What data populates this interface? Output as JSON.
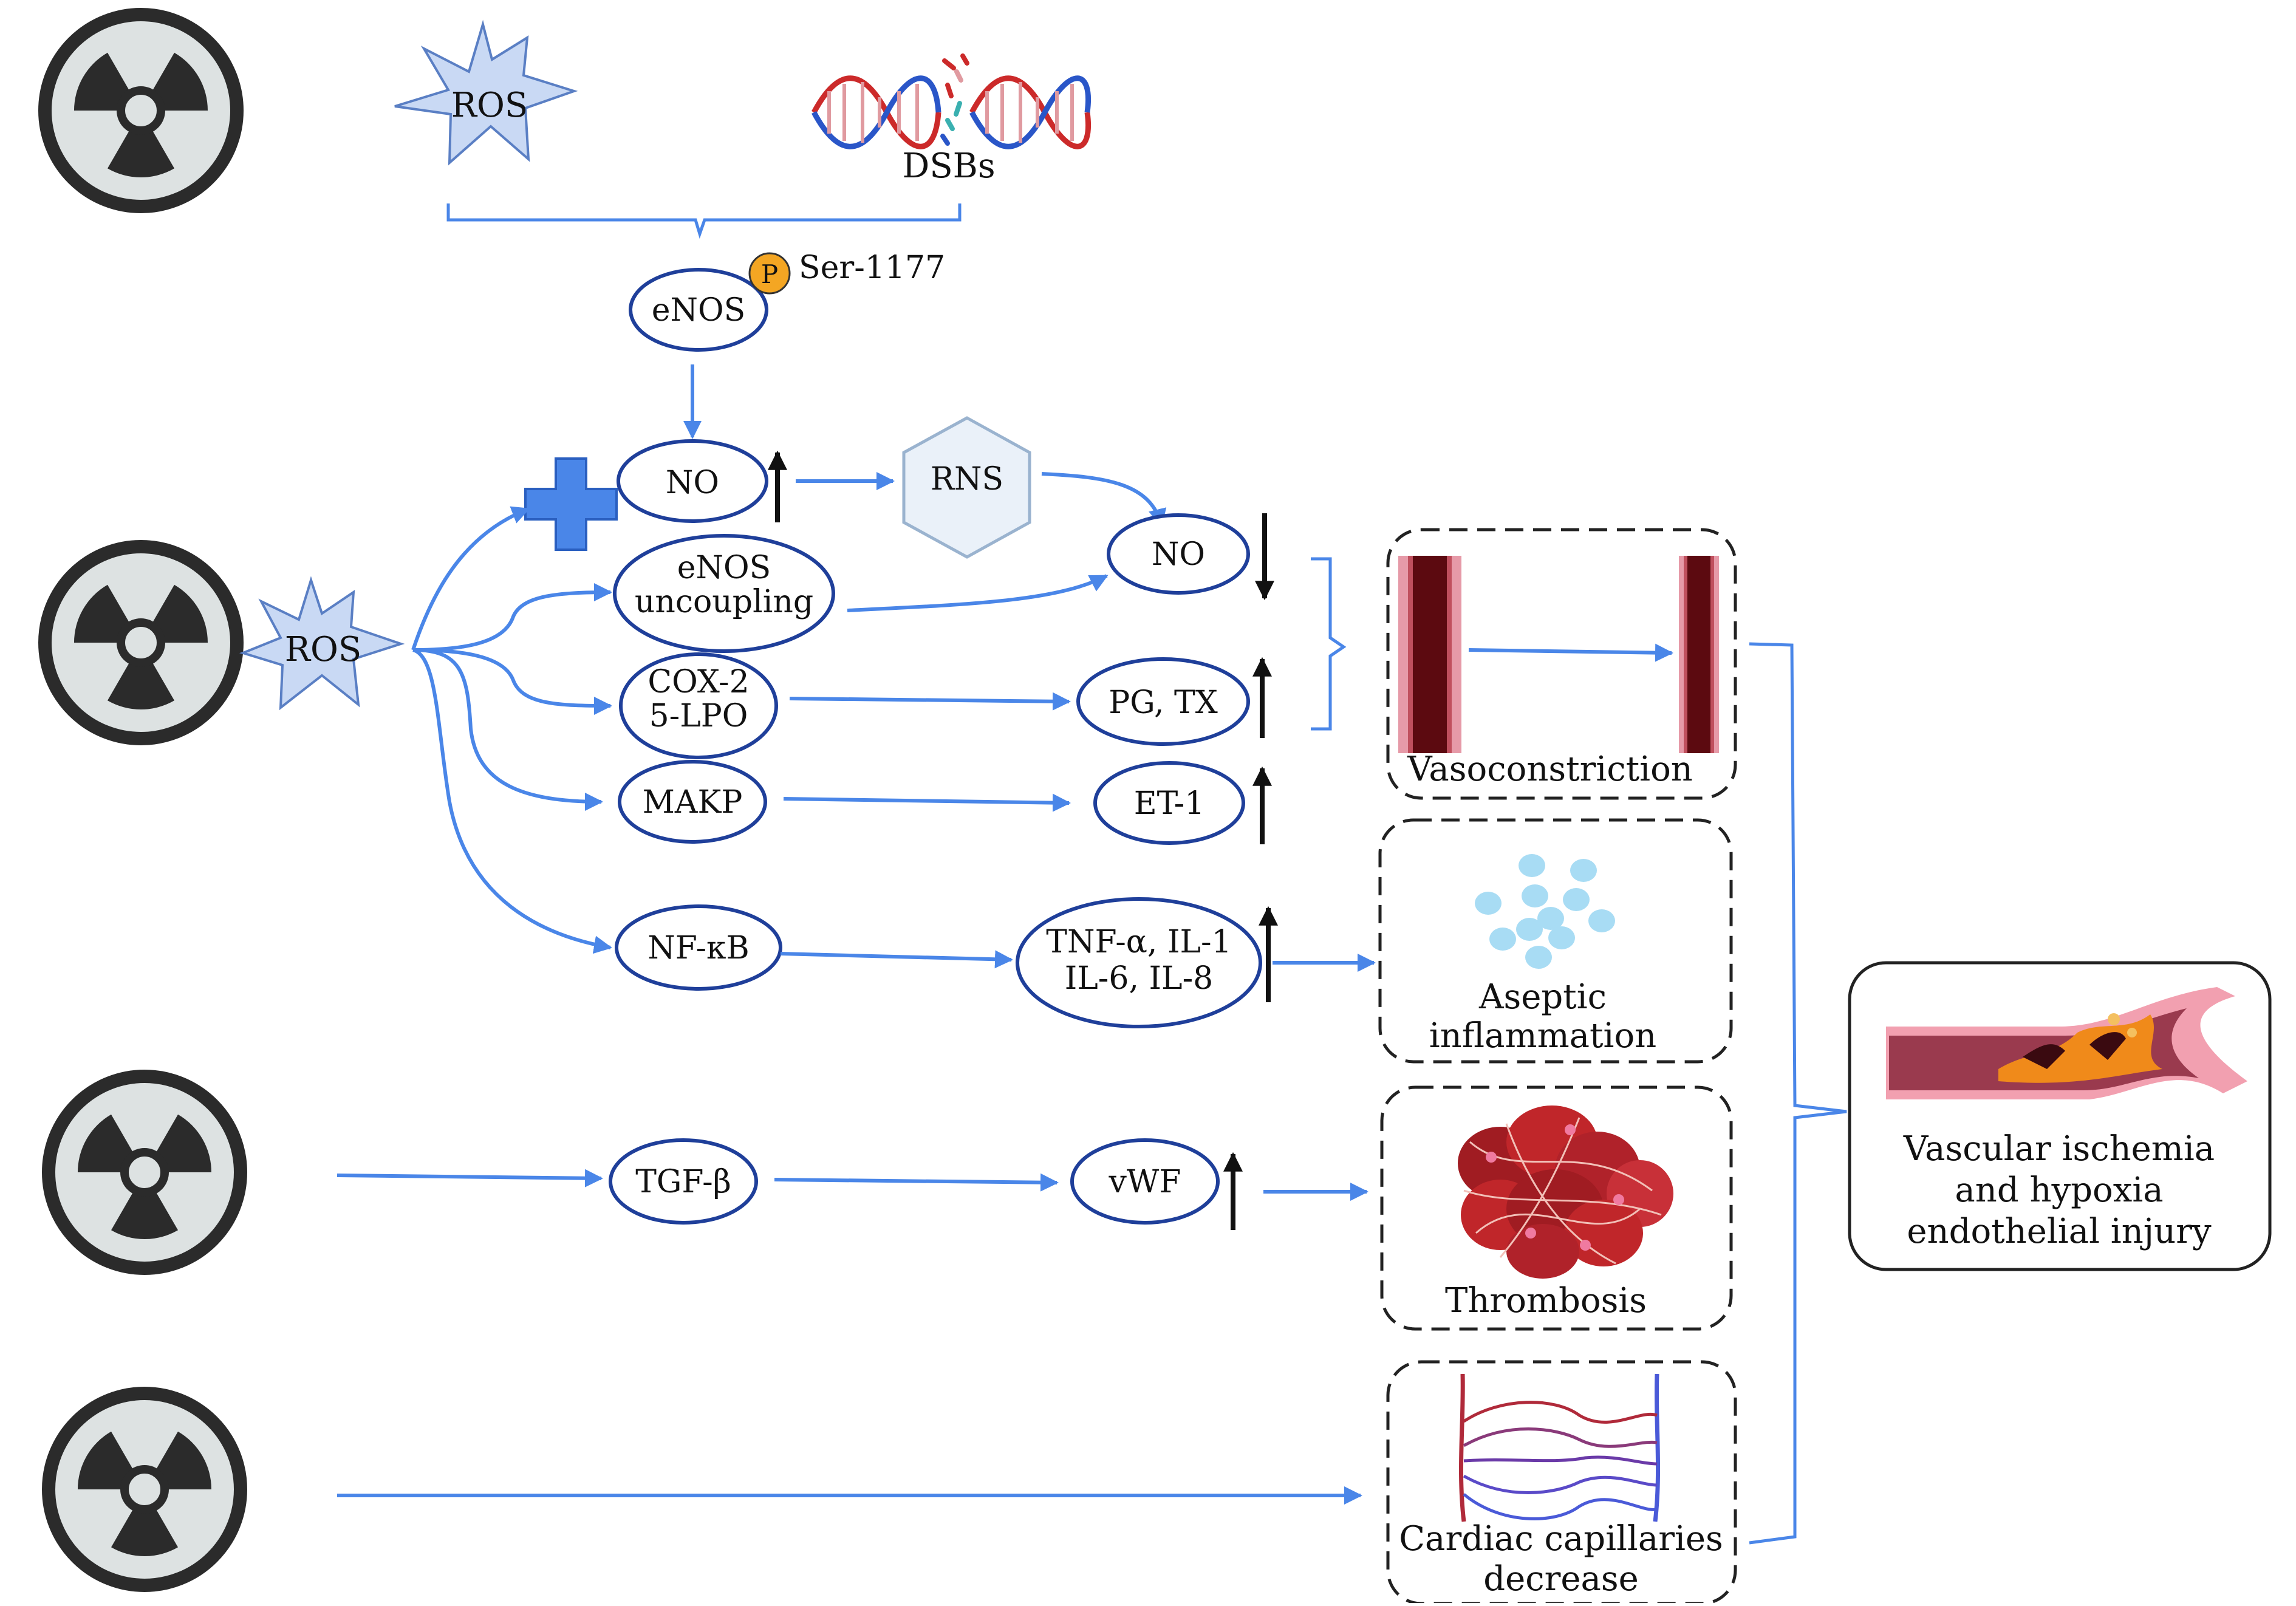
{
  "colors": {
    "arrow": "#4a86e8",
    "node_border": "#1f3f9a",
    "ros_fill": "#c9d9f4",
    "ros_stroke": "#5a7fc4",
    "radiation_bg": "#dde2e2",
    "radiation_dark": "#2b2b2b",
    "phospho": "#f4a623",
    "rns_fill": "#eaf1f9",
    "rns_stroke": "#9ab3cf",
    "dna_red": "#cc2a2a",
    "dna_blue": "#2a56c8",
    "vessel_dark": "#5c0a10",
    "vessel_pink": "#e69aa8",
    "cell_blue": "#a8dcf4",
    "clot_red": "#c0262a",
    "capillary_red": "#b02a3a",
    "capillary_blue": "#4a5ad8"
  },
  "icons": {
    "radiation": "radiation-hazard-icon",
    "plus": "plus-icon",
    "phospho": "phosphate-icon",
    "up": "up-arrow-icon",
    "down": "down-arrow-icon"
  },
  "top": {
    "ros": "ROS",
    "dsbs": "DSBs",
    "enos": "eNOS",
    "phospho": "P",
    "ser": "Ser-1177"
  },
  "middle": {
    "ros": "ROS",
    "no": "NO",
    "rns": "RNS",
    "enos_line1": "eNOS",
    "enos_line2": "uncoupling",
    "no_out": "NO",
    "cox_line1": "COX-2",
    "cox_line2": "5-LPO",
    "pg_tx": "PG, TX",
    "makp": "MAKP",
    "et1": "ET-1",
    "nfkb": "NF-κB",
    "tnf_line1": "TNF-α, IL-1",
    "tnf_line2": "IL-6, IL-8"
  },
  "lower": {
    "tgf": "TGF-β",
    "vwf": "vWF"
  },
  "outcomes": {
    "vasoconstriction": "Vasoconstriction",
    "aseptic_line1": "Aseptic",
    "aseptic_line2": "inflammation",
    "thrombosis": "Thrombosis",
    "capillaries_line1": "Cardiac capillaries",
    "capillaries_line2": "decrease"
  },
  "final": {
    "line1": "Vascular ischemia",
    "line2": "and hypoxia",
    "line3": "endothelial injury"
  }
}
